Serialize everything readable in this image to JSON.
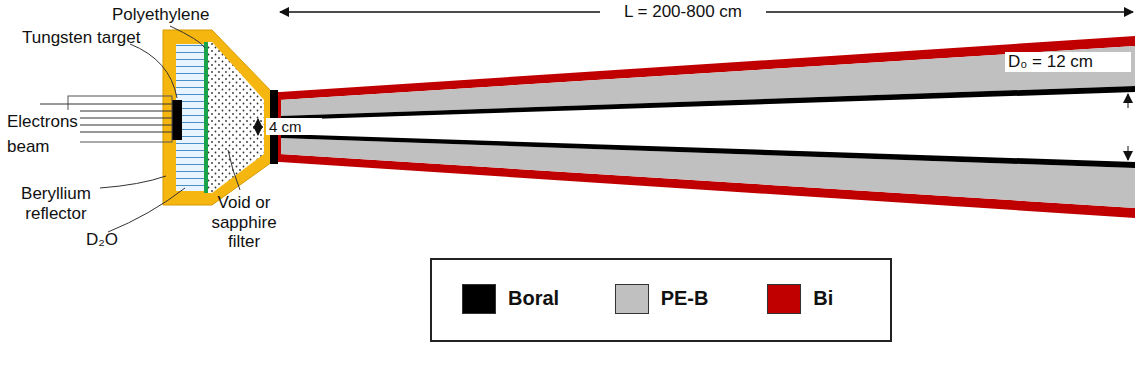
{
  "diagram": {
    "labels": [
      "L = 200-800 cm",
      "Polyethylene",
      "Tungsten target",
      "Electrons beam",
      "Beryllium reflector",
      "D₂O",
      "Void or sapphire filter",
      "4 cm",
      "D₀ = 12 cm"
    ],
    "legend": [
      {
        "text": "Boral",
        "color": "#000000"
      },
      {
        "text": "PE-B",
        "color": "#c0c0c0"
      },
      {
        "text": "Bi",
        "color": "#c00000"
      }
    ]
  }
}
